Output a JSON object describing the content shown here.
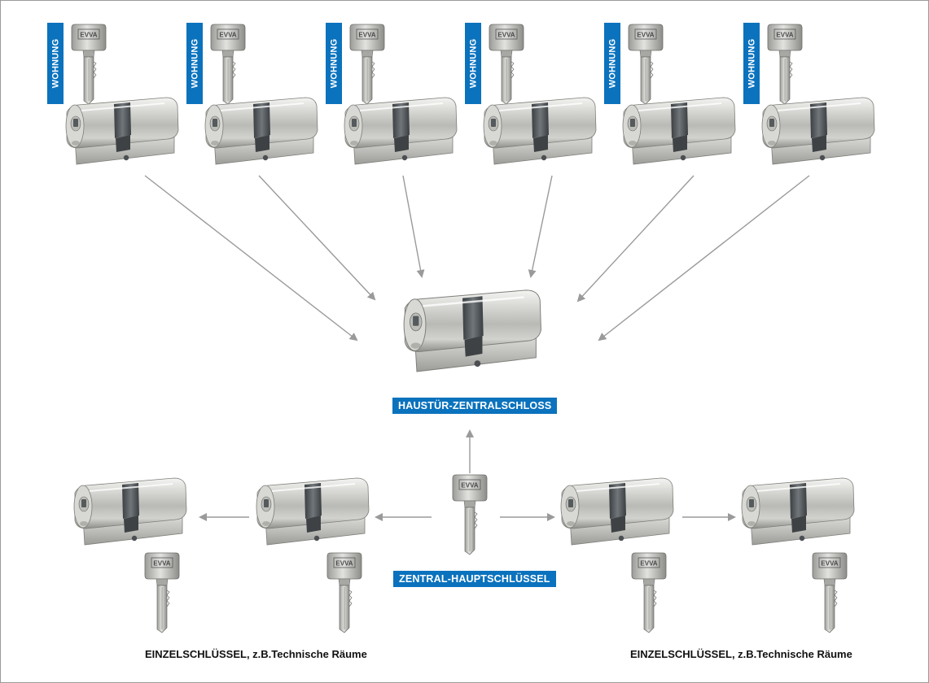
{
  "badges": {
    "apartment": [
      "WOHNUNG",
      "WOHNUNG",
      "WOHNUNG",
      "WOHNUNG",
      "WOHNUNG",
      "WOHNUNG"
    ],
    "central_lock": "HAUSTÜR-ZENTRALSCHLOSS",
    "master_key": "ZENTRAL-HAUPTSCHLÜSSEL"
  },
  "captions": {
    "left": "EINZELSCHLÜSSEL, z.B.Technische Räume",
    "right": "EINZELSCHLÜSSEL, z.B.Technische Räume"
  },
  "colors": {
    "badge": "#0b72bd",
    "arrow": "#9a9a9a",
    "metal": "#c9c9c6",
    "band": "#4a4f52"
  }
}
